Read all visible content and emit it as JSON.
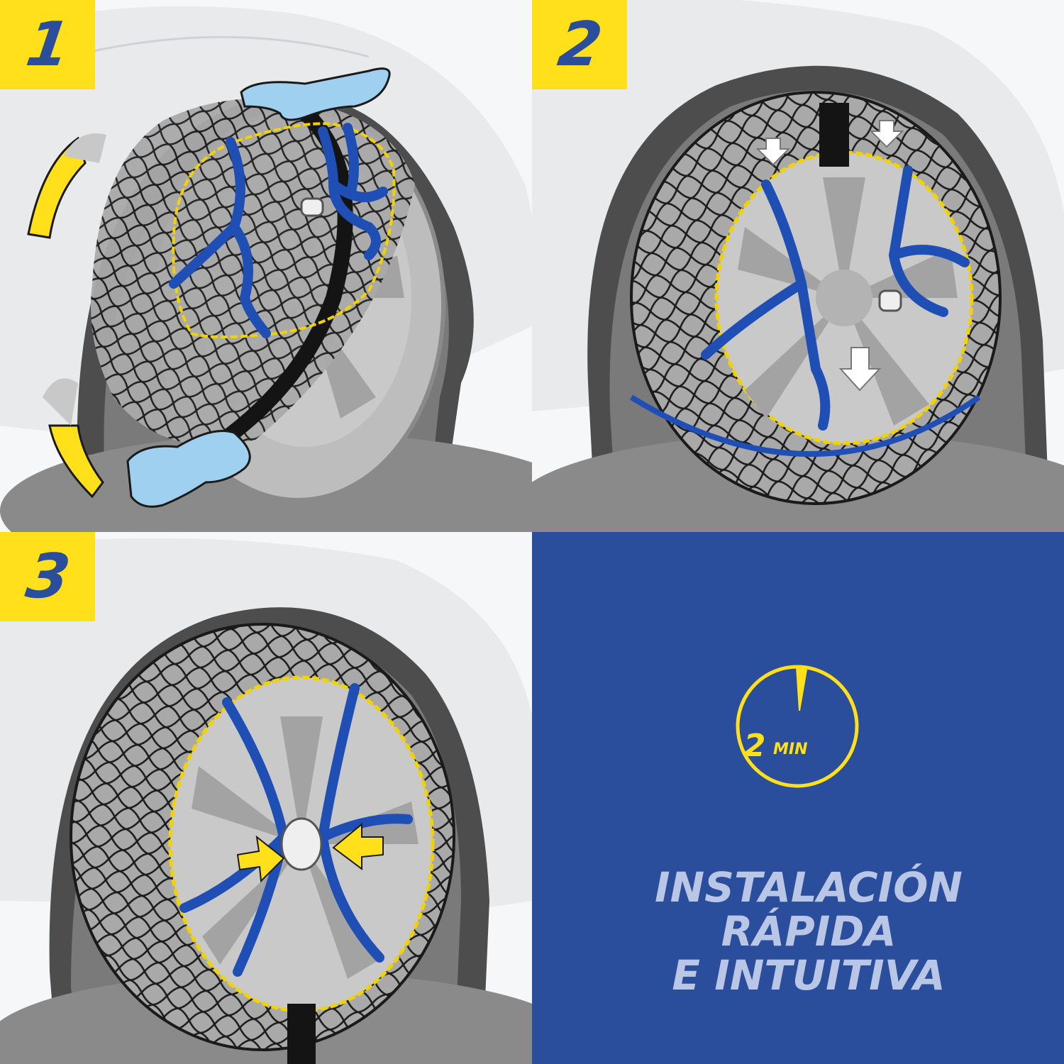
{
  "steps": [
    {
      "number": "1"
    },
    {
      "number": "2"
    },
    {
      "number": "3"
    }
  ],
  "timer": {
    "value": "2",
    "unit": "MIN"
  },
  "headline": {
    "line1": "INSTALACIÓN",
    "line2": "RÁPIDA",
    "line3": "E INTUITIVA"
  },
  "colors": {
    "brand_blue": "#2a4e9b",
    "badge_yellow": "#ffe01a",
    "headline_text": "#b9c6e6",
    "strap_blue": "#1f4fb5",
    "glove_blue": "#9fd0ef"
  },
  "icons": [
    "timer-icon",
    "arrow-icon",
    "glove-icon"
  ]
}
